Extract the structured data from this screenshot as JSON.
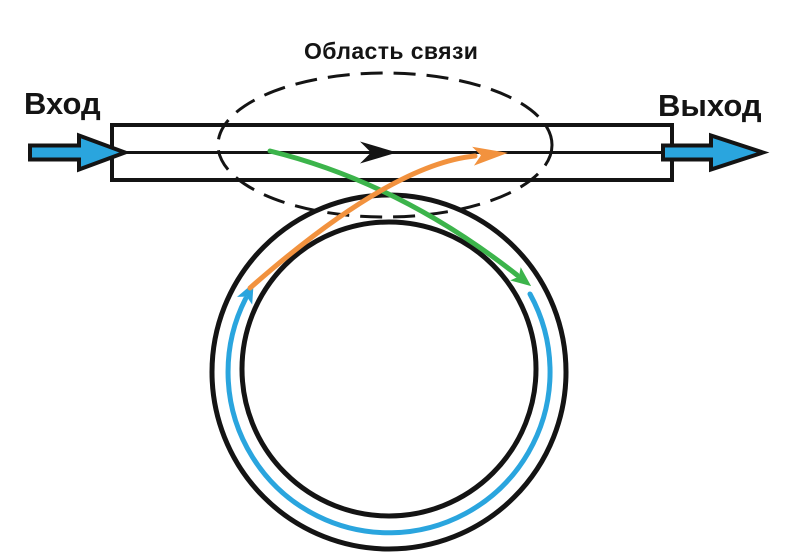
{
  "labels": {
    "input": "Вход",
    "output": "Выход",
    "coupling_region": "Область связи"
  },
  "colors": {
    "flow_blue": "#2AA5DE",
    "coupling_green": "#3CB44B",
    "coupling_orange": "#F2923E",
    "ink": "#141414",
    "background": "#FFFFFF"
  },
  "icons": {
    "input_arrow": "right-block-arrow",
    "output_arrow": "right-block-arrow",
    "bus_direction_arrow": "right-arrowhead",
    "ring_circulation_arrow": "clockwise-arc-arrow",
    "coupling_in_arrow": "curved-arrow-into-ring",
    "coupling_out_arrow": "curved-arrow-out-of-ring"
  }
}
